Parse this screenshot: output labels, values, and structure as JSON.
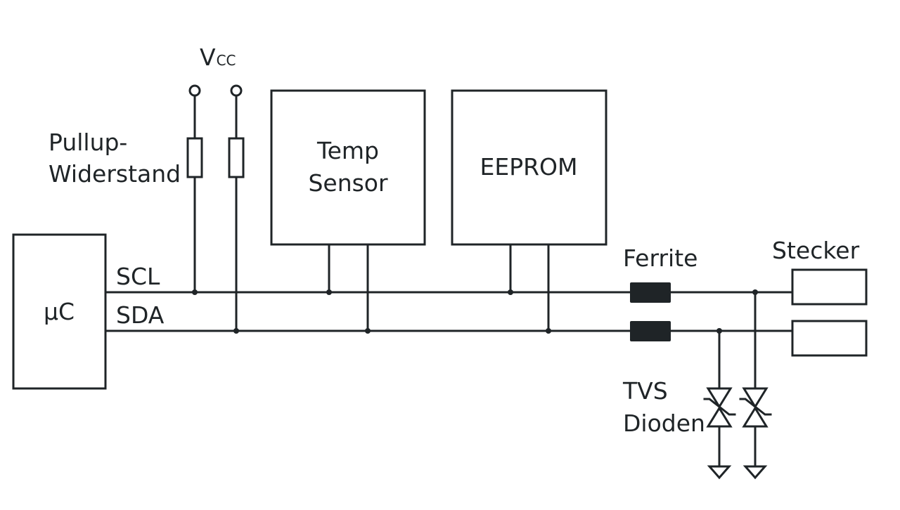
{
  "diagram": {
    "type": "schematic",
    "subject": "I2C bus with protection",
    "labels": {
      "vcc_main": "V",
      "vcc_sub": "CC",
      "pullup_line1": "Pullup-",
      "pullup_line2": "Widerstand",
      "mcu": "µC",
      "scl": "SCL",
      "sda": "SDA",
      "temp_line1": "Temp",
      "temp_line2": "Sensor",
      "eeprom": "EEPROM",
      "ferrite": "Ferrite",
      "connector": "Stecker",
      "tvs_line1": "TVS",
      "tvs_line2": "Dioden"
    },
    "components": [
      {
        "id": "mcu",
        "kind": "block",
        "label": "µC"
      },
      {
        "id": "pullup-scl",
        "kind": "resistor",
        "connects": [
          "VCC",
          "SCL"
        ]
      },
      {
        "id": "pullup-sda",
        "kind": "resistor",
        "connects": [
          "VCC",
          "SDA"
        ]
      },
      {
        "id": "temp-sensor",
        "kind": "block",
        "label": "Temp Sensor",
        "connects": [
          "SCL",
          "SDA"
        ]
      },
      {
        "id": "eeprom",
        "kind": "block",
        "label": "EEPROM",
        "connects": [
          "SCL",
          "SDA"
        ]
      },
      {
        "id": "ferrite-scl",
        "kind": "ferrite",
        "connects": [
          "SCL"
        ]
      },
      {
        "id": "ferrite-sda",
        "kind": "ferrite",
        "connects": [
          "SDA"
        ]
      },
      {
        "id": "tvs-sda",
        "kind": "tvs-diode",
        "connects": [
          "SDA",
          "GND"
        ]
      },
      {
        "id": "tvs-scl",
        "kind": "tvs-diode",
        "connects": [
          "SCL",
          "GND"
        ]
      },
      {
        "id": "connector-scl",
        "kind": "connector-pin",
        "connects": [
          "SCL"
        ]
      },
      {
        "id": "connector-sda",
        "kind": "connector-pin",
        "connects": [
          "SDA"
        ]
      }
    ],
    "nets": [
      "VCC",
      "SCL",
      "SDA",
      "GND"
    ]
  }
}
